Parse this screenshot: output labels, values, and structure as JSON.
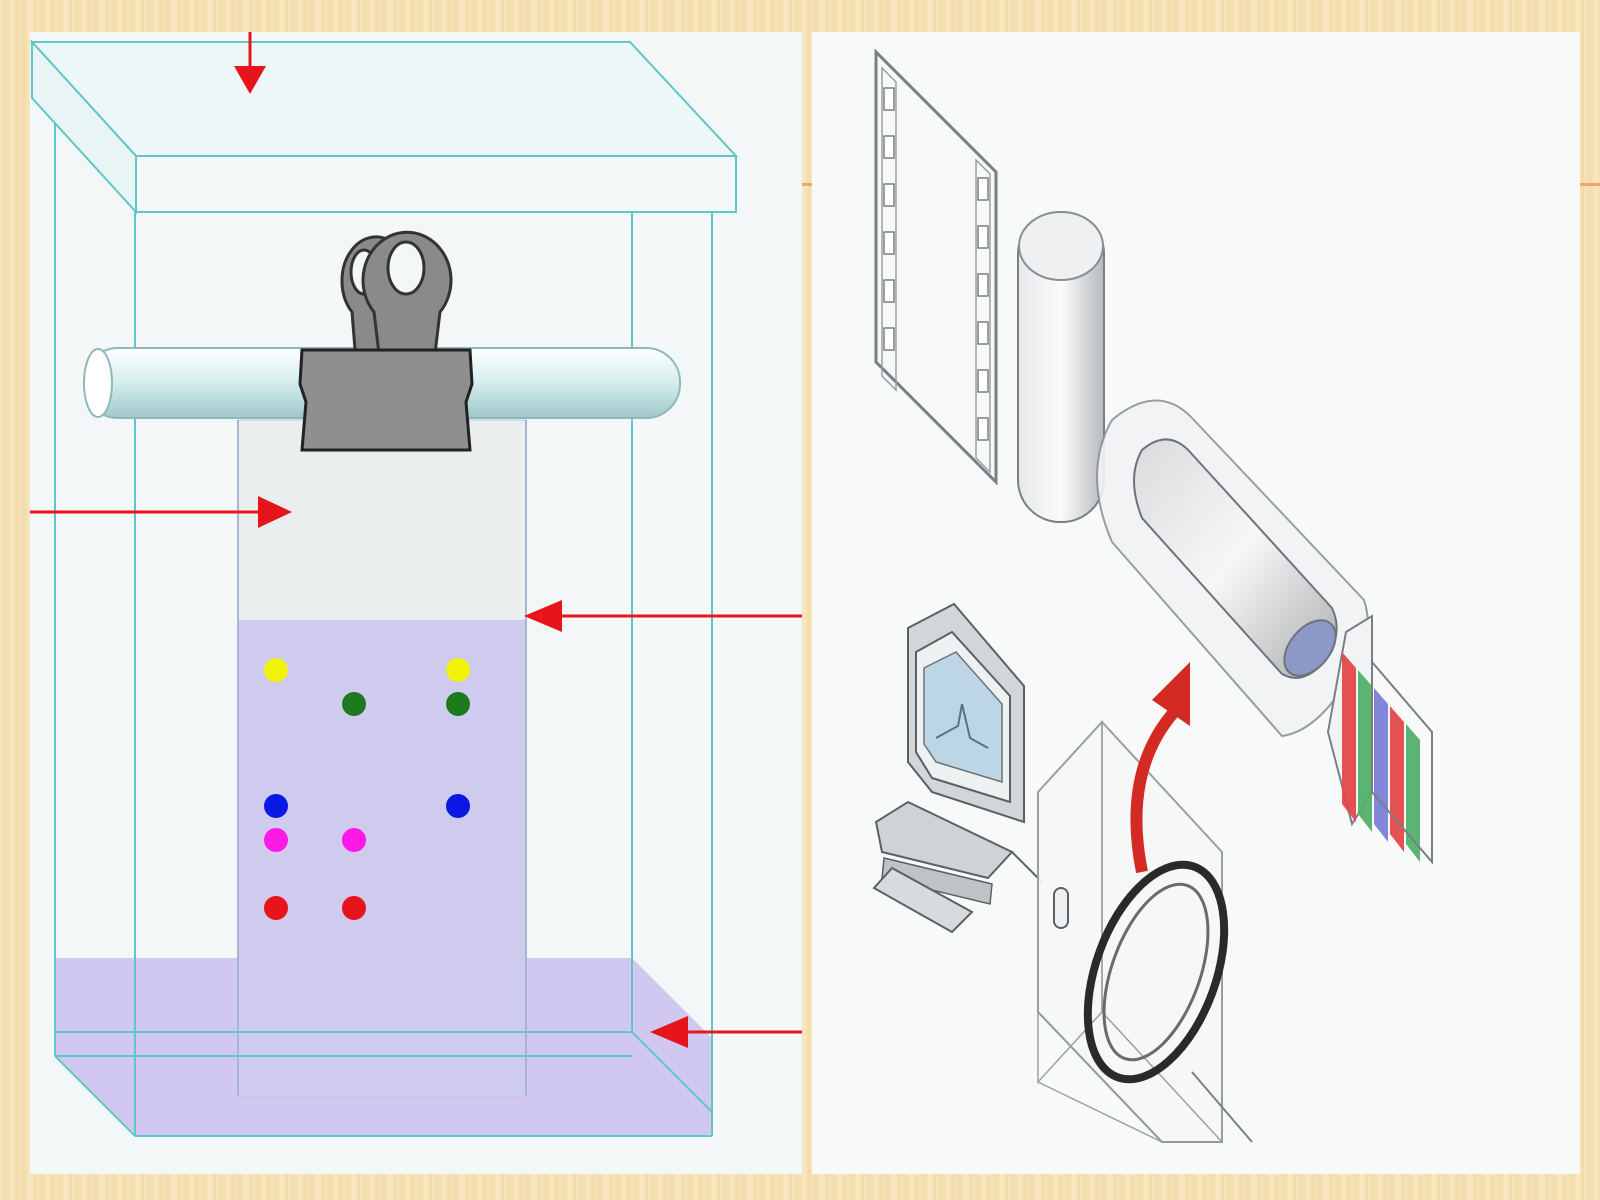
{
  "colors": {
    "tank_outline": "#5fc6c9",
    "arrow": "#e8141c",
    "solvent": "#c9c0f0",
    "paper": "#e9ecee",
    "clip": "#8a8a8a",
    "background": "#f5e2b6"
  },
  "spots": [
    {
      "color": "#f2f20a",
      "column": 1,
      "row": 1
    },
    {
      "color": "#f2f20a",
      "column": 3,
      "row": 1
    },
    {
      "color": "#1e7a1e",
      "column": 2,
      "row": 2
    },
    {
      "color": "#1e7a1e",
      "column": 3,
      "row": 2
    },
    {
      "color": "#0a18e6",
      "column": 1,
      "row": 3
    },
    {
      "color": "#0a18e6",
      "column": 3,
      "row": 3
    },
    {
      "color": "#ff19e6",
      "column": 1,
      "row": 4
    },
    {
      "color": "#ff19e6",
      "column": 2,
      "row": 4
    },
    {
      "color": "#e8141c",
      "column": 1,
      "row": 5
    },
    {
      "color": "#e8141c",
      "column": 2,
      "row": 5
    }
  ],
  "spectrometer": {
    "film_sprocket_holes": 12,
    "spectrum_band_colors": [
      "#e34848",
      "#52b06a",
      "#7b7fd6",
      "#e34848",
      "#52b06a"
    ]
  }
}
